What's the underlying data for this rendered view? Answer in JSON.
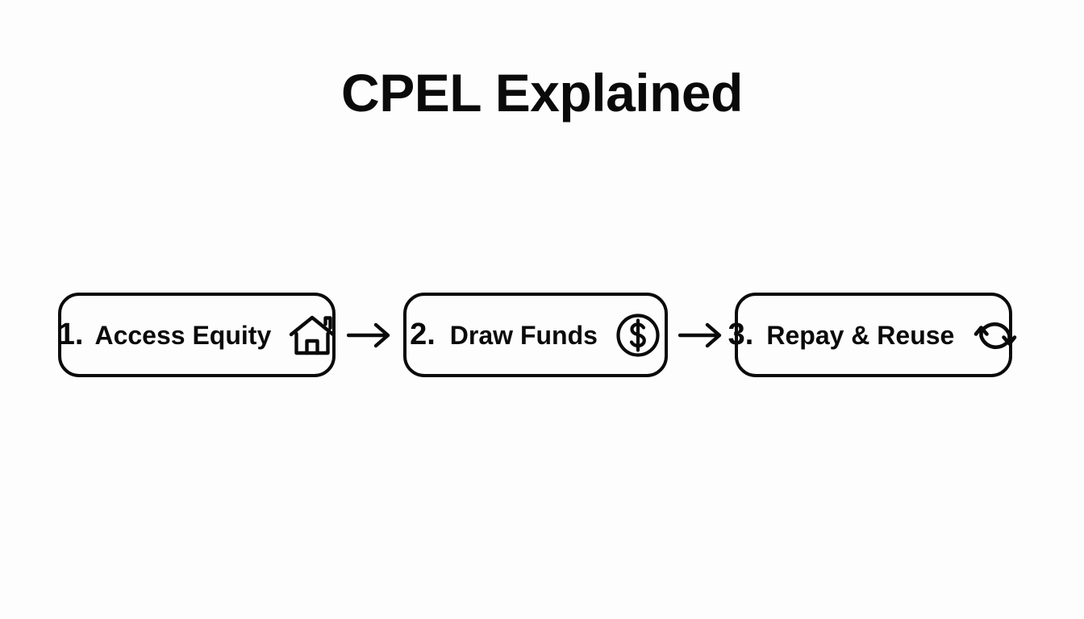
{
  "slide": {
    "background_color": "#fdfdfd",
    "ink_color": "#0a0a0a",
    "title": "CPEL Explained"
  },
  "flow": {
    "steps": [
      {
        "number": "1.",
        "label": "Access Equity",
        "icon": "house-icon"
      },
      {
        "number": "2.",
        "label": "Draw Funds",
        "icon": "dollar-circle-icon"
      },
      {
        "number": "3.",
        "label": "Repay & Reuse",
        "icon": "refresh-cycle-icon"
      }
    ],
    "connectors": [
      {
        "icon": "arrow-right-icon",
        "glyph": "→"
      },
      {
        "icon": "arrow-right-icon",
        "glyph": "→"
      }
    ]
  }
}
